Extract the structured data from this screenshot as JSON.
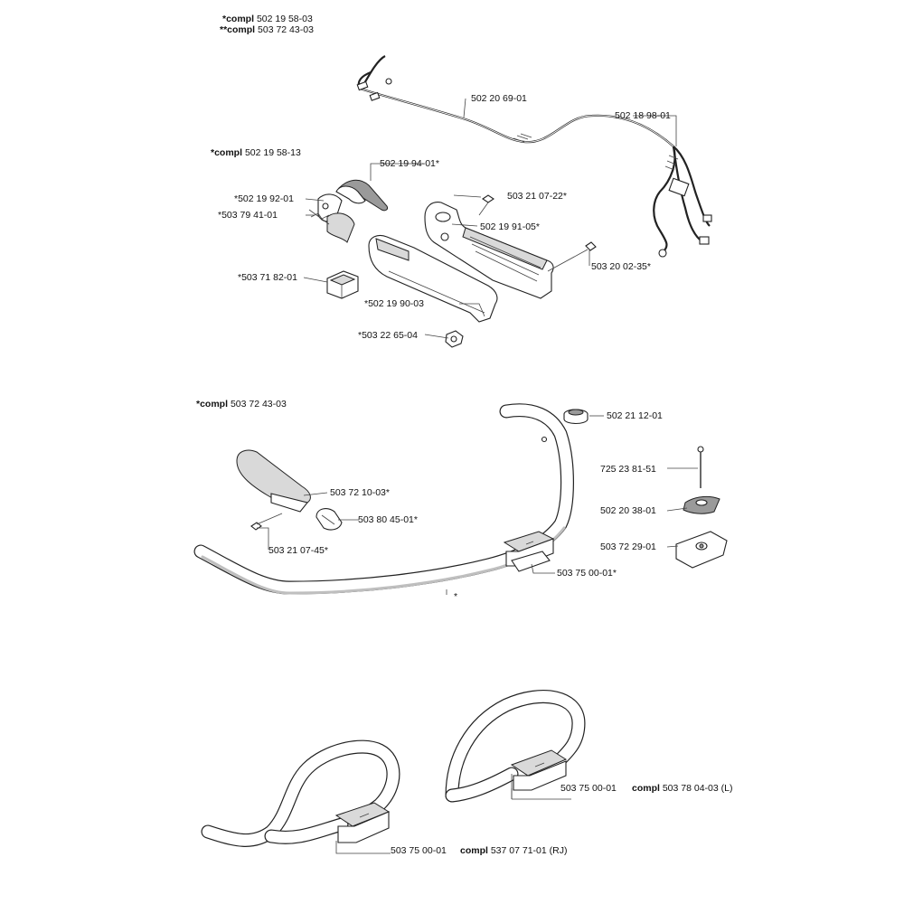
{
  "headers": {
    "top_compl_1": {
      "prefix": "*compl",
      "number": "502 19 58-03"
    },
    "top_compl_2": {
      "prefix": "**compl",
      "number": "503 72 43-03"
    },
    "section1_compl": {
      "prefix": "*compl",
      "number": "502 19 58-13"
    },
    "section2_compl": {
      "prefix": "*compl",
      "number": "503 72 43-03"
    },
    "assembly_L": {
      "part": "503 75 00-01",
      "prefix": "compl",
      "number": "503 78 04-03 (L)"
    },
    "assembly_RJ": {
      "part": "503 75 00-01",
      "prefix": "compl",
      "number": "537 07 71-01 (RJ)"
    }
  },
  "labels": {
    "cable_main": "502 20 69-01",
    "cable_harness": "502 18 98-01",
    "throttle_trigger": "502 19 94-01*",
    "throttle_lever": "*502 19 92-01",
    "spring": "*503 79 41-01",
    "screw_top": "503 21 07-22*",
    "handle_half_a": "502 19 91-05*",
    "screw_long": "503 20 02-35*",
    "stop_switch": "*503 71 82-01",
    "handle_half_b": "*502 19 90-03",
    "nut": "*503 22 65-04",
    "knob_cap": "502 21 12-01",
    "bolt": "725 23 81-51",
    "wing_knob": "502 20 38-01",
    "clamp_plate": "503 72 29-01",
    "guard_grip": "503 72 10-03*",
    "screw_bottom": "503 21 07-45*",
    "clip": "503 80 45-01*",
    "handle_clamp": "503 75 00-01*",
    "handlebar_marker": "*"
  }
}
